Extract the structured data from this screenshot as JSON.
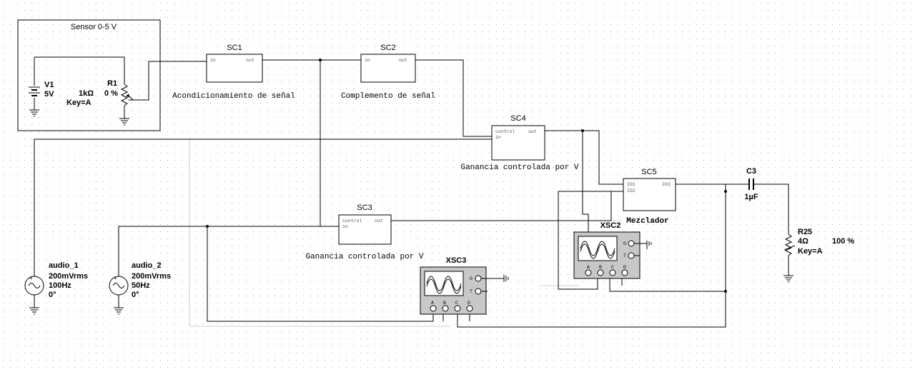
{
  "sensor_box": {
    "title": "Sensor 0-5 V"
  },
  "v1": {
    "ref": "V1",
    "value": "5V"
  },
  "r1": {
    "ref": "R1",
    "value": "1kΩ",
    "key": "Key=A",
    "percent": "0 %"
  },
  "sc1": {
    "ref": "SC1",
    "pin_in": "in",
    "pin_out": "out",
    "caption": "Acondicionamiento de señal"
  },
  "sc2": {
    "ref": "SC2",
    "pin_in": "in",
    "pin_out": "out",
    "caption": "Complemento de señal"
  },
  "sc4": {
    "ref": "SC4",
    "pin_control": "control",
    "pin_in": "in",
    "pin_out": "out",
    "caption": "Ganancia controlada por V"
  },
  "sc3": {
    "ref": "SC3",
    "pin_control": "control",
    "pin_in": "in",
    "pin_out": "out",
    "caption": "Ganancia controlada por V"
  },
  "sc5": {
    "ref": "SC5",
    "pin_io1": "IO1",
    "pin_io2": "IO2",
    "pin_io3": "IO3",
    "caption": "Mezclador"
  },
  "c3": {
    "ref": "C3",
    "value": "1µF"
  },
  "r25": {
    "ref": "R25",
    "value": "4Ω",
    "key": "Key=A",
    "percent": "100 %"
  },
  "audio_1": {
    "ref": "audio_1",
    "amplitude": "200mVrms",
    "freq": "100Hz",
    "phase": "0°"
  },
  "audio_2": {
    "ref": "audio_2",
    "amplitude": "200mVrms",
    "freq": "50Hz",
    "phase": "0°"
  },
  "xsc2": {
    "ref": "XSC2",
    "channels": [
      "A",
      "B",
      "C",
      "D"
    ],
    "g": "G",
    "t": "T"
  },
  "xsc3": {
    "ref": "XSC3",
    "channels": [
      "A",
      "B",
      "C",
      "D"
    ],
    "g": "G",
    "t": "T"
  },
  "colors": {
    "wire": "#000000",
    "ghost_wire": "#cfcfcf",
    "grid_dot": "#b0b0b0",
    "scope_body": "#c8c8c8",
    "scope_screen": "#ffffff"
  }
}
